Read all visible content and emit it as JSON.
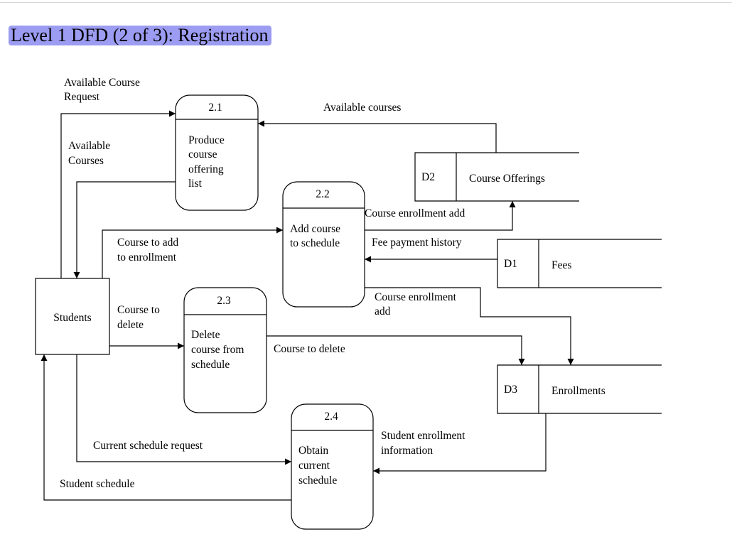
{
  "title": "Level 1 DFD (2 of 3):  Registration",
  "entity": {
    "name": "Students"
  },
  "processes": [
    {
      "id": "2.1",
      "label": [
        "Produce",
        "course",
        "offering",
        "list"
      ]
    },
    {
      "id": "2.2",
      "label": [
        "Add course",
        "to schedule"
      ]
    },
    {
      "id": "2.3",
      "label": [
        "Delete",
        "course from",
        "schedule"
      ]
    },
    {
      "id": "2.4",
      "label": [
        "Obtain",
        "current",
        "schedule"
      ]
    }
  ],
  "stores": [
    {
      "id": "D2",
      "name": "Course Offerings"
    },
    {
      "id": "D1",
      "name": "Fees"
    },
    {
      "id": "D3",
      "name": "Enrollments"
    }
  ],
  "flows": {
    "available_course_request": [
      "Available Course",
      "Request"
    ],
    "available_courses_to_students": [
      "Available",
      "Courses"
    ],
    "available_courses_from_d2": "Available courses",
    "course_to_add": [
      "Course to add",
      "to enrollment"
    ],
    "course_enrollment_add_d2": "Course enrollment add",
    "fee_payment_history": "Fee payment history",
    "course_enrollment_add_d3": [
      "Course enrollment",
      "add"
    ],
    "course_to_delete_from_students": [
      "Course to",
      "delete"
    ],
    "course_to_delete_to_d3": "Course to delete",
    "current_schedule_request": "Current schedule request",
    "student_enrollment_information": [
      "Student enrollment",
      "information"
    ],
    "student_schedule": "Student schedule"
  }
}
